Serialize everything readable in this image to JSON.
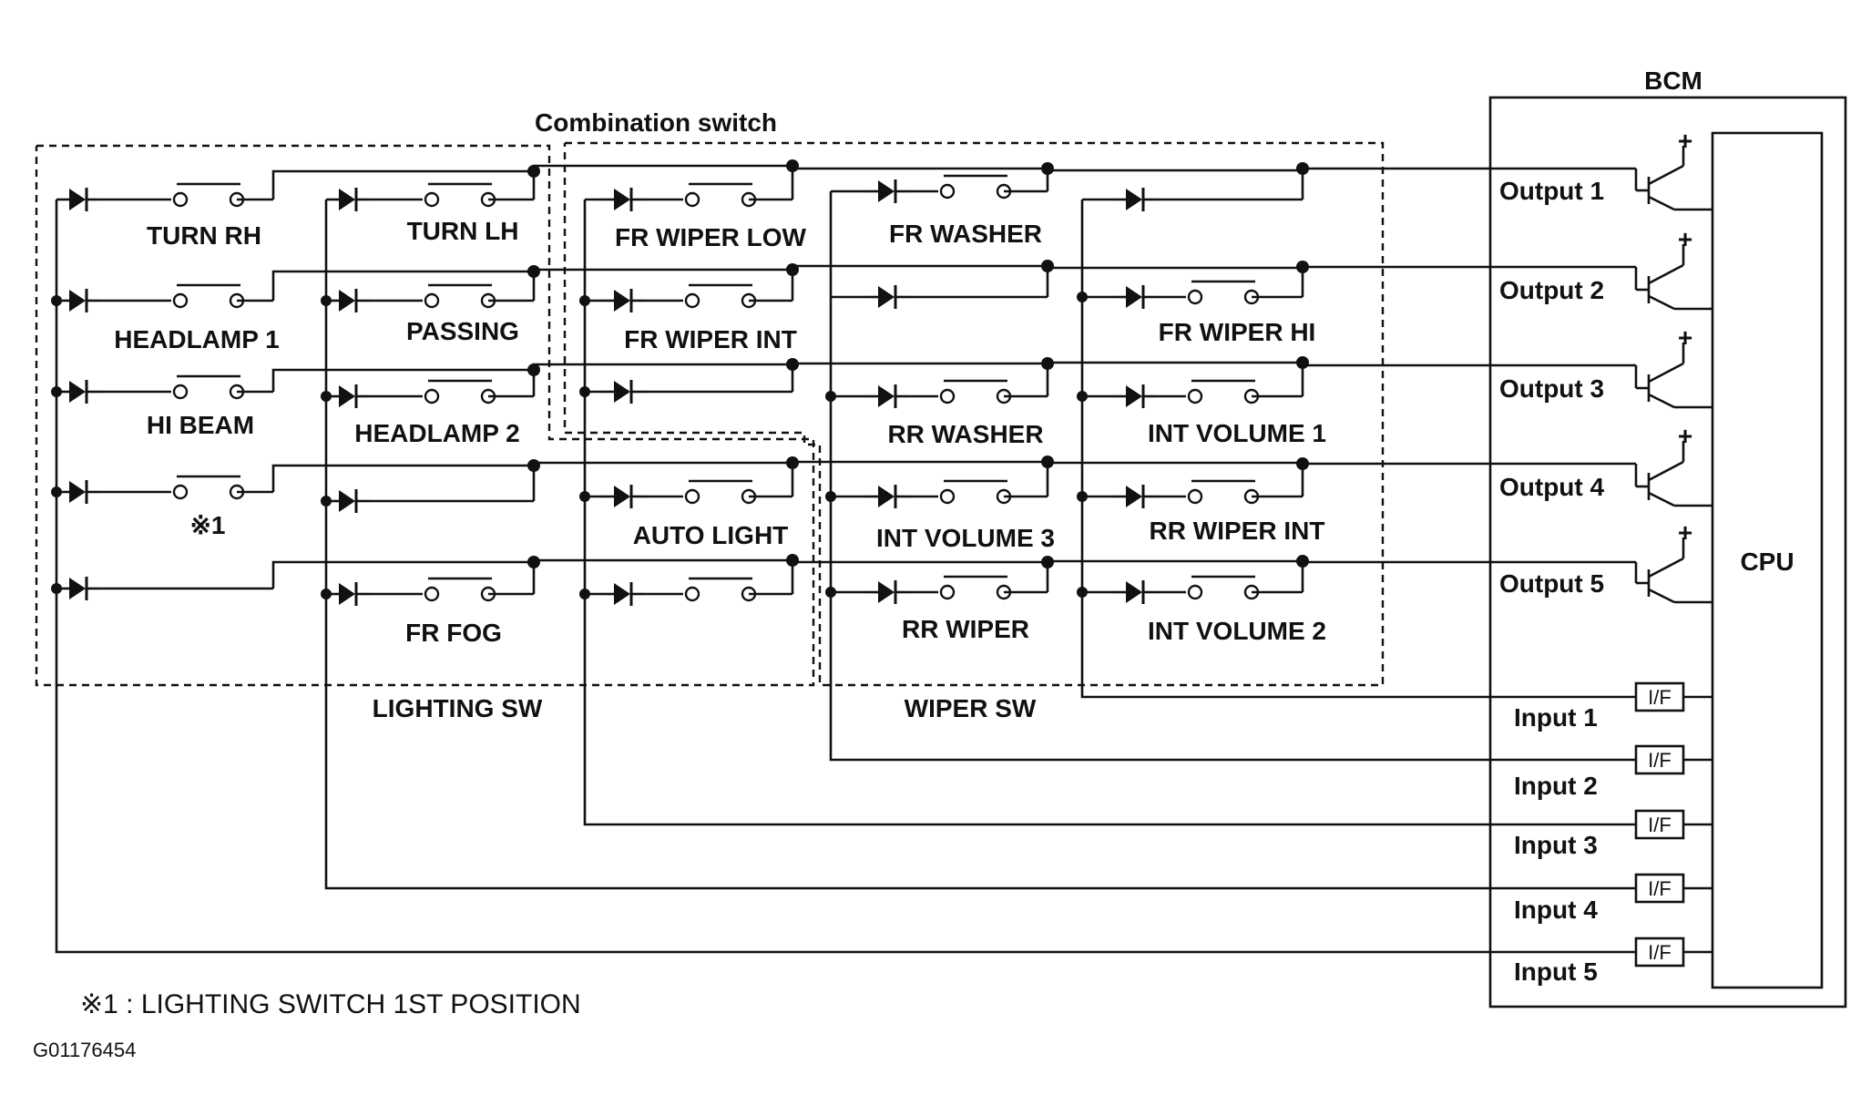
{
  "titles": {
    "combination_switch": "Combination switch",
    "bcm": "BCM",
    "cpu": "CPU",
    "lighting_sw": "LIGHTING SW",
    "wiper_sw": "WIPER SW"
  },
  "outputs": [
    "Output 1",
    "Output 2",
    "Output 3",
    "Output 4",
    "Output 5"
  ],
  "inputs": [
    "Input 1",
    "Input 2",
    "Input 3",
    "Input 4",
    "Input 5"
  ],
  "interface_label": "I/F",
  "plus_sign": "+",
  "switches": {
    "turn_rh": "TURN RH",
    "headlamp_1": "HEADLAMP 1",
    "hi_beam": "HI BEAM",
    "ref1": "※1",
    "turn_lh": "TURN LH",
    "passing": "PASSING",
    "headlamp_2": "HEADLAMP 2",
    "fr_fog": "FR FOG",
    "fr_wiper_low": "FR WIPER LOW",
    "fr_wiper_int": "FR WIPER INT",
    "auto_light": "AUTO LIGHT",
    "fr_washer": "FR WASHER",
    "rr_washer": "RR WASHER",
    "int_volume_3": "INT VOLUME 3",
    "rr_wiper": "RR WIPER",
    "fr_wiper_hi": "FR WIPER HI",
    "int_volume_1": "INT VOLUME 1",
    "rr_wiper_int": "RR WIPER INT",
    "int_volume_2": "INT VOLUME 2"
  },
  "footnote": "※1 : LIGHTING SWITCH 1ST POSITION",
  "figure_code": "G01176454"
}
